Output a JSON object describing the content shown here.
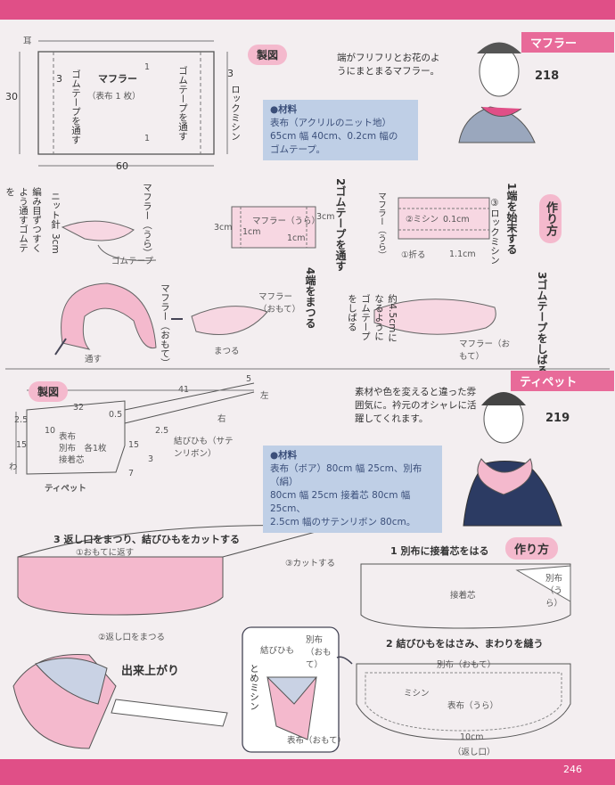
{
  "page_number": "246",
  "section1": {
    "tag": "マフラー",
    "item_no": "218",
    "intro": "端がフリフリとお花のようにまとまるマフラー。",
    "seizu": "製図",
    "diagram": {
      "label_mimi": "耳",
      "name": "マフラー",
      "sub": "（表布 1 枚）",
      "gomu_left": "ゴムテープを通す",
      "gomu_right": "ゴムテープを通す",
      "rock": "ロックミシン",
      "num_30": "30",
      "num_60": "60",
      "num_3a": "3",
      "num_3b": "3",
      "num_1a": "1",
      "num_1b": "1"
    },
    "material_title": "●材料",
    "material_lines": [
      "表布（アクリルのニット地）",
      "65cm 幅 40cm、0.2cm 幅の",
      "ゴムテープ。"
    ],
    "tsukurikata": "作り方",
    "step1": "1端を始末する",
    "step2": "2ゴムテープを通す",
    "step3": "3ゴムテープをしばる",
    "step4": "4端をまつる",
    "labels": {
      "muffler_ura": "マフラー（うら）",
      "muffler_ura2": "マフラー（うら）",
      "muffler_omote": "マフラー（おもて）",
      "muffler_omote2": "マフラー（おもて）",
      "muffler_omote3": "マフラー（おもて）",
      "muffler_ura3": "マフラー（うら）",
      "mishin": "②ミシン",
      "rock3": "③ロックミシン",
      "ori": "①折る",
      "c01": "0.1cm",
      "c11": "1.1cm",
      "c3a": "3cm",
      "c3b": "3cm",
      "c1": "1cm",
      "c1b": "1cm",
      "gomutape": "ゴムテープ",
      "nit_hari": "ニット針",
      "c3c": "3cm",
      "ami": "編み目ずつすくよう通すゴムテを",
      "yaku": "約4.5cmになるようにゴムテープをしばる",
      "matsuru": "まつる",
      "toosu": "通す"
    }
  },
  "section2": {
    "tag": "ティペット",
    "item_no": "219",
    "intro": "素材や色を変えると違った雰囲気に。衿元のオシャレに活躍してくれます。",
    "seizu": "製図",
    "diagram": {
      "n41": "41",
      "n32": "32",
      "n5": "5",
      "n05": "0.5",
      "n25a": "2.5",
      "n25b": "2.5",
      "n15a": "15",
      "n15b": "15",
      "n10": "10",
      "n3": "3",
      "n7": "7",
      "hidari": "左",
      "migi": "右",
      "wa": "わ",
      "parts": "表布\n別布　各1枚\n接着芯",
      "tippet": "ティペット",
      "musubi": "結びひも（サテンリボン）"
    },
    "material_title": "●材料",
    "material_lines": [
      "表布（ボア）80cm 幅 25cm、別布（絹）",
      "80cm 幅 25cm 接着芯 80cm 幅 25cm、",
      "2.5cm 幅のサテンリボン 80cm。"
    ],
    "tsukurikata": "作り方",
    "step1": "1 別布に接着芯をはる",
    "step2": "2 結びひもをはさみ、まわりを縫う",
    "step3": "3 返し口をまつり、結びひもをカットする",
    "dekiagari": "出来上がり",
    "labels": {
      "omote_kaesu": "①おもてに返す",
      "cut": "③カットする",
      "kaeshi_matsuru": "②返し口をまつる",
      "betsu_ura": "別布（うら）",
      "secchakushin": "接着芯",
      "musubihimo": "結びひも",
      "betsu_omote": "別布（おもて）",
      "tome_mishin": "とめミシン",
      "omote_omote": "表布（おもて）",
      "betsu_omote2": "別布（おもて）",
      "mishin": "ミシン",
      "omote_ura": "表布（うら）",
      "c10": "10cm",
      "kaeshiguchi": "（返し口）"
    }
  }
}
